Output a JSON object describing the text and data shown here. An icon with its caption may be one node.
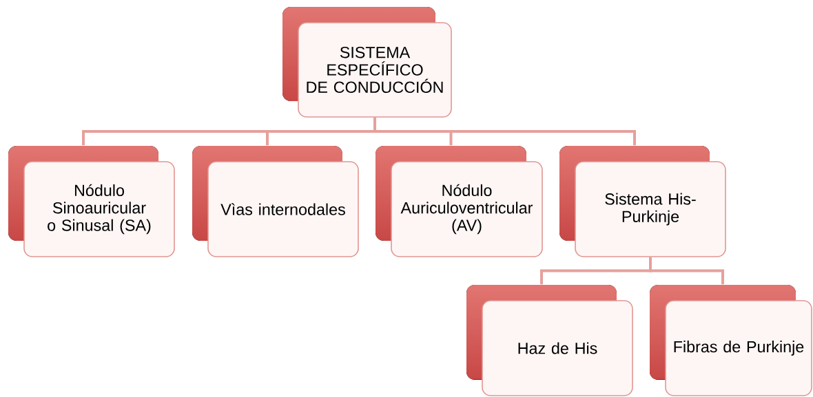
{
  "diagram": {
    "nodes": [
      {
        "text": [
          "SISTEMA ESPECÍFICO DE CONDUCCIÓN"
        ]
      },
      {
        "text": [
          "Nódulo Sinoauricular o Sinusal (SA)"
        ]
      },
      {
        "text": [
          "Vìas internodales"
        ]
      },
      {
        "text": [
          "Nódulo Auriculoventricular (AV)"
        ]
      },
      {
        "text": [
          "Sistema His-Purkinje"
        ]
      },
      {
        "text": [
          "Haz de His"
        ]
      },
      {
        "text": [
          "Fibras de Purkinje"
        ]
      }
    ],
    "edges": [
      {
        "from": 0,
        "to": 1,
        "arrow": "none"
      },
      {
        "from": 0,
        "to": 2,
        "arrow": "none"
      },
      {
        "from": 0,
        "to": 3,
        "arrow": "none"
      },
      {
        "from": 0,
        "to": 4,
        "arrow": "none"
      },
      {
        "from": 4,
        "to": 5,
        "arrow": "none"
      },
      {
        "from": 4,
        "to": 6,
        "arrow": "none"
      }
    ]
  }
}
